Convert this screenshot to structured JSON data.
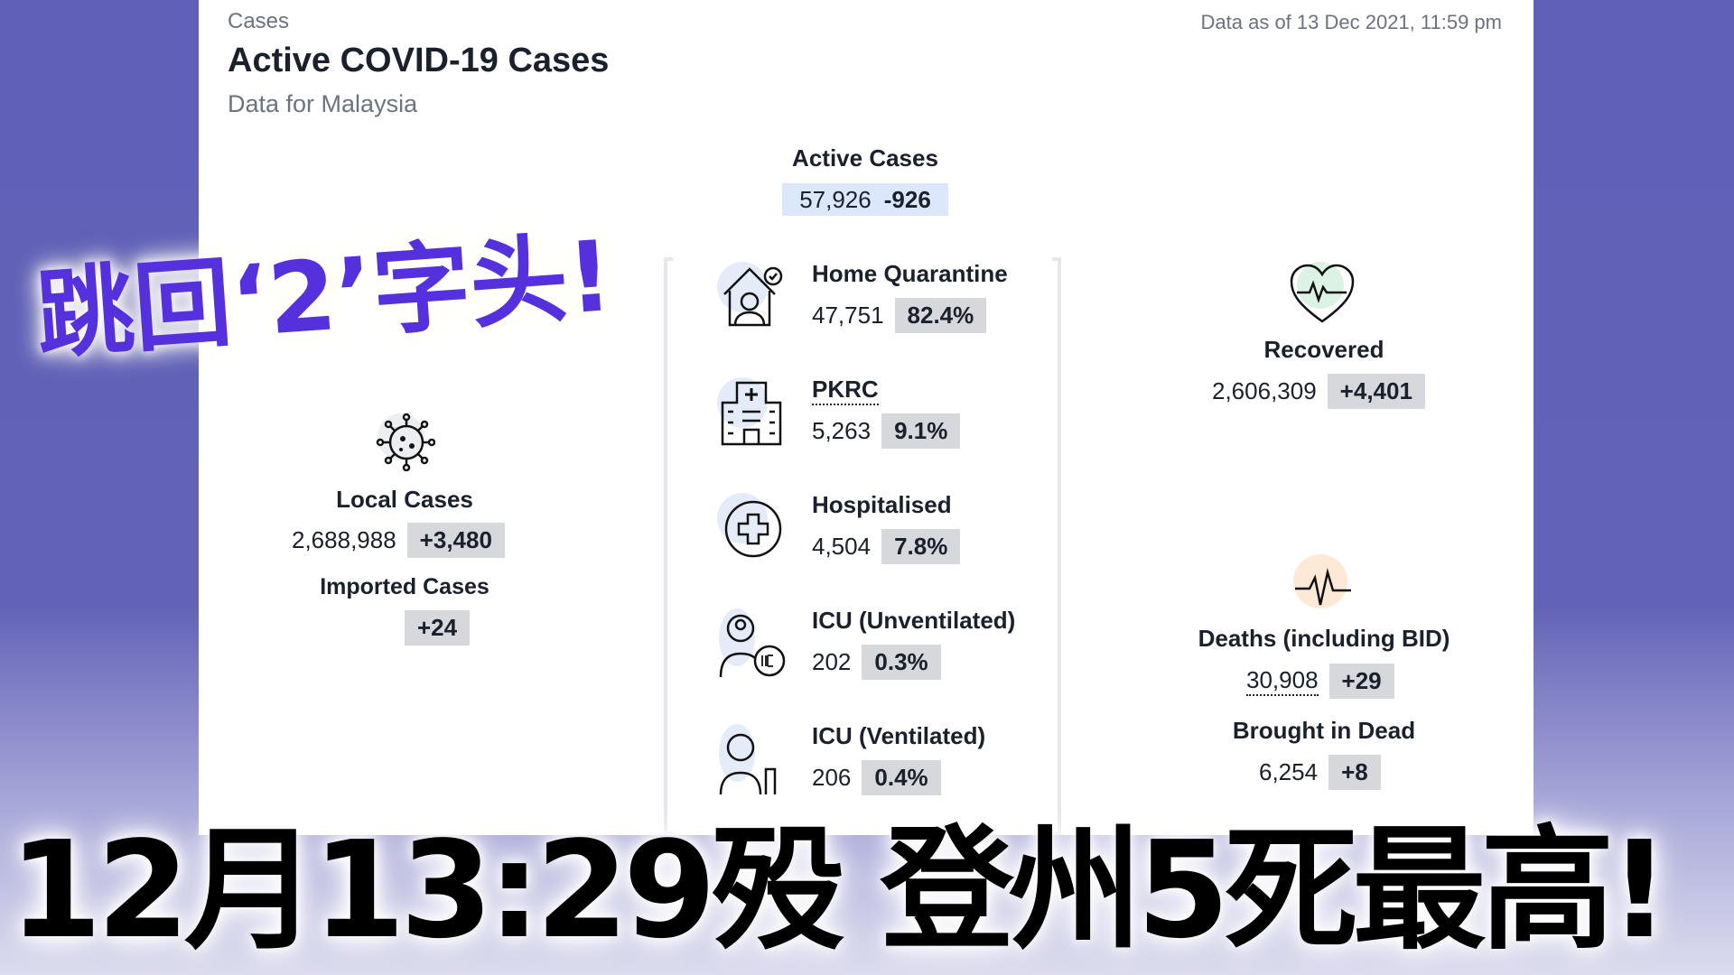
{
  "header": {
    "section": "Cases",
    "title": "Active COVID-19 Cases",
    "subtitle": "Data for Malaysia",
    "as_of": "Data as of 13 Dec 2021, 11:59 pm"
  },
  "active": {
    "label": "Active Cases",
    "value": "57,926",
    "change": "-926"
  },
  "left": {
    "local": {
      "label": "Local Cases",
      "value": "2,688,988",
      "change": "+3,480",
      "icon": "virus-icon"
    },
    "imported": {
      "label": "Imported Cases",
      "change": "+24"
    }
  },
  "center": [
    {
      "label": "Home Quarantine",
      "value": "47,751",
      "pct": "82.4%",
      "icon": "home-quarantine-icon"
    },
    {
      "label": "PKRC",
      "value": "5,263",
      "pct": "9.1%",
      "icon": "hospital-building-icon"
    },
    {
      "label": "Hospitalised",
      "value": "4,504",
      "pct": "7.8%",
      "icon": "medical-cross-icon"
    },
    {
      "label": "ICU (Unventilated)",
      "value": "202",
      "pct": "0.3%",
      "icon": "icu-doctor-icon"
    },
    {
      "label": "ICU (Ventilated)",
      "value": "206",
      "pct": "0.4%",
      "icon": "ventilator-patient-icon"
    }
  ],
  "right": {
    "recovered": {
      "label": "Recovered",
      "value": "2,606,309",
      "change": "+4,401",
      "icon": "heart-pulse-icon"
    },
    "deaths": {
      "label": "Deaths (including BID)",
      "value": "30,908",
      "change": "+29",
      "icon": "pulse-line-icon"
    },
    "bid": {
      "label": "Brought in Dead",
      "value": "6,254",
      "change": "+8"
    }
  },
  "overlay": {
    "headline_purple": "跳回‘2’字头!",
    "headline_black": "12月13:29殁 登州5死最高!"
  },
  "colors": {
    "active_chip": "#dbe8fb",
    "chip": "#d6d8dc",
    "purple_text": "#5530dd",
    "background": "#6262b8"
  }
}
